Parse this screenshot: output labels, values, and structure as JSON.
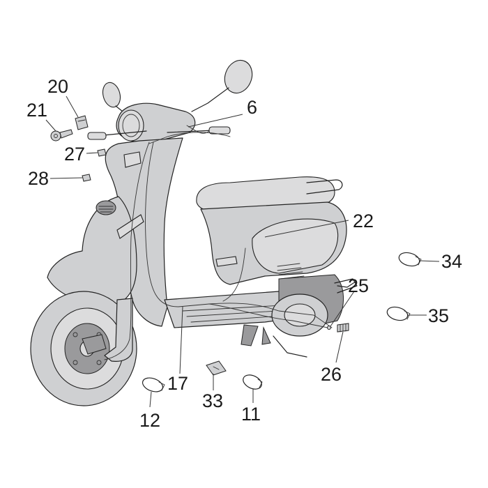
{
  "callouts": {
    "c20": "20",
    "c21": "21",
    "c6": "6",
    "c27": "27",
    "c28": "28",
    "c22": "22",
    "c34": "34",
    "c25": "25",
    "c35": "35",
    "c26": "26",
    "c17": "17",
    "c33": "33",
    "c12": "12",
    "c11": "11"
  }
}
